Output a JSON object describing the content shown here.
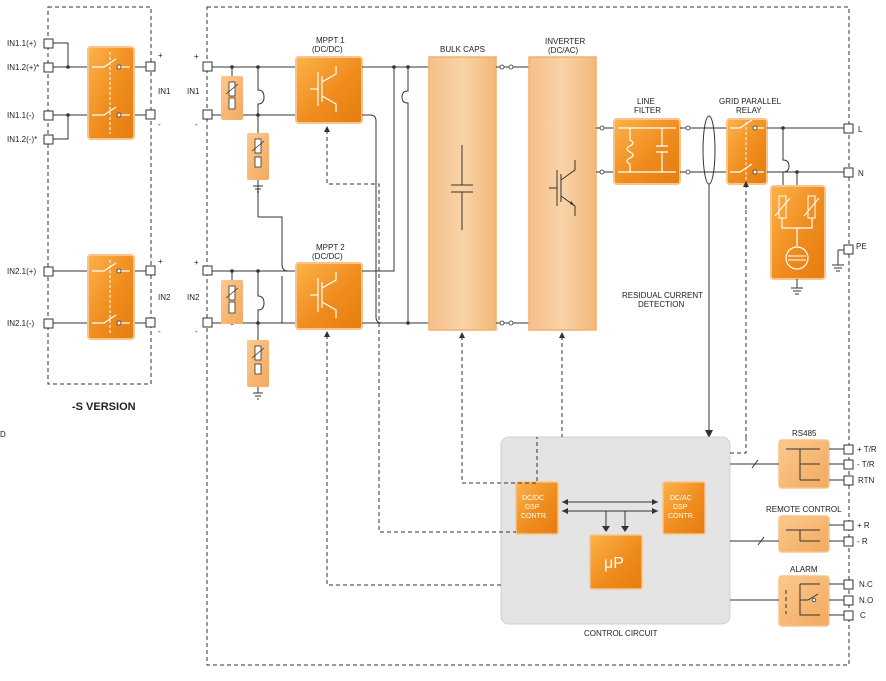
{
  "diagram": {
    "inputs": {
      "in1_1": "IN1.1(+)",
      "in1_2": "IN1.2(+)*",
      "in1_1m": "IN1.1(-)",
      "in1_2m": "IN1.2(-)*",
      "in2_1": "IN2.1(+)",
      "in2_1m": "IN2.1(-)"
    },
    "s_version": {
      "in1": "IN1",
      "in2": "IN2",
      "label": "-S VERSION",
      "plus": "+",
      "minus": "-"
    },
    "mppt": {
      "in1": "IN1",
      "in2": "IN2",
      "plus": "+",
      "minus": "-",
      "mppt1_line1": "MPPT 1",
      "mppt1_line2": "(DC/DC)",
      "mppt2_line1": "MPPT 2",
      "mppt2_line2": "(DC/DC)"
    },
    "blocks": {
      "bulk_caps": "BULK CAPS",
      "inverter_line1": "INVERTER",
      "inverter_line2": "(DC/AC)",
      "line_filter_line1": "LINE",
      "line_filter_line2": "FILTER",
      "grid_relay_line1": "GRID PARALLEL",
      "grid_relay_line2": "RELAY",
      "rcd_line1": "RESIDUAL CURRENT",
      "rcd_line2": "DETECTION"
    },
    "outputs": {
      "l": "L",
      "n": "N",
      "pe": "PE"
    },
    "control": {
      "title": "CONTROL CIRCUIT",
      "dcdc_line1": "DC/DC",
      "dcdc_line2": "DSP",
      "dcdc_line3": "CONTR.",
      "dcac_line1": "DC/AC",
      "dcac_line2": "DSP",
      "dcac_line3": "CONTR.",
      "up": "μP"
    },
    "rs485": {
      "title": "RS485",
      "t1": "+ T/R",
      "t2": "- T/R",
      "t3": "RTN"
    },
    "remote": {
      "title": "REMOTE CONTROL",
      "t1": "+ R",
      "t2": "- R"
    },
    "alarm": {
      "title": "ALARM",
      "t1": "N.C",
      "t2": "N.O",
      "t3": "C"
    },
    "stray_mark": "D"
  },
  "colors": {
    "orange": "#f08c1e",
    "orange_light": "#f7c48c",
    "panel": "#e4e4e4"
  }
}
